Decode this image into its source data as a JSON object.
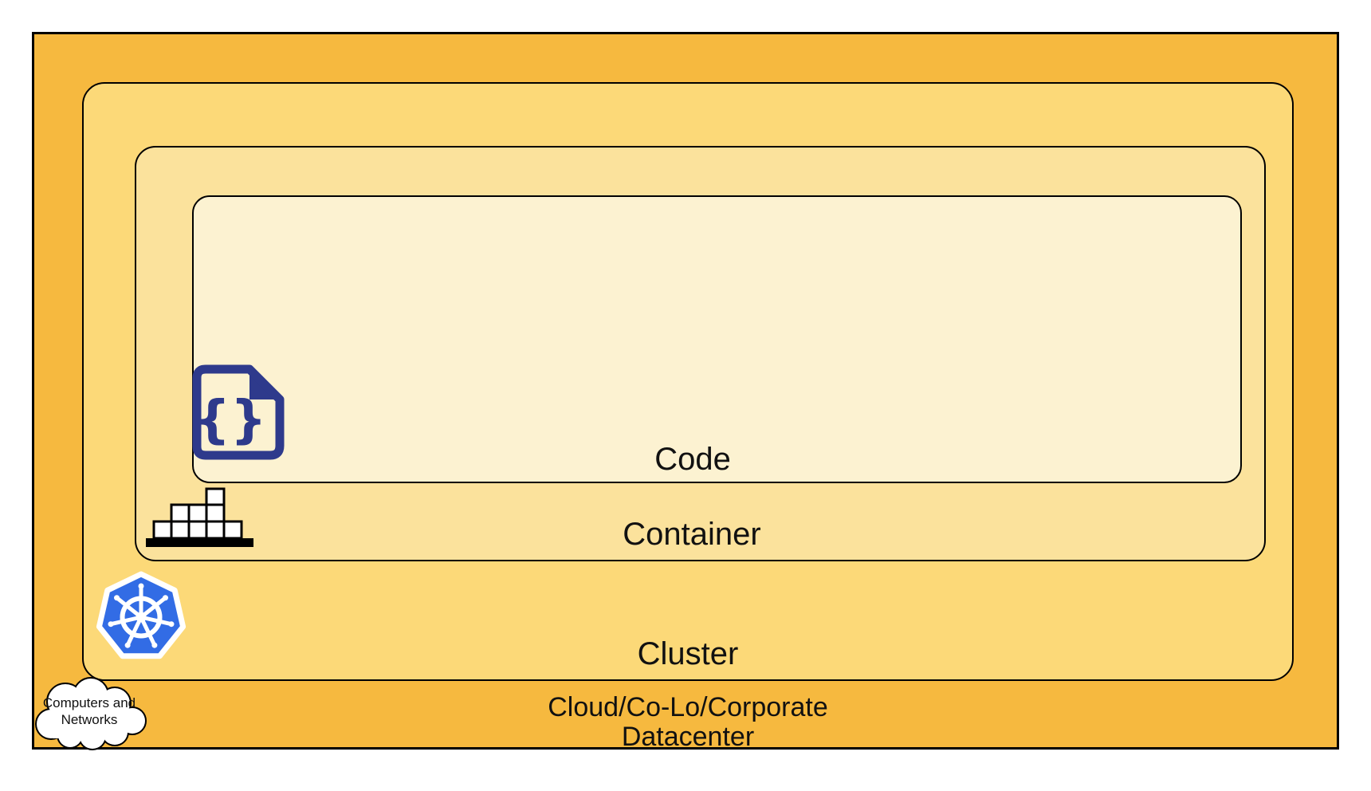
{
  "layers": {
    "datacenter": {
      "label_line1": "Cloud/Co-Lo/Corporate",
      "label_line2": "Datacenter"
    },
    "cluster": {
      "label": "Cluster"
    },
    "container": {
      "label": "Container"
    },
    "code": {
      "label": "Code"
    }
  },
  "cloud_callout": {
    "line1": "Computers and",
    "line2": "Networks"
  },
  "icons": {
    "code": "code-file-icon",
    "container": "stacked-containers-icon",
    "cluster": "kubernetes-wheel-icon",
    "network": "cloud-network-icon"
  },
  "colors": {
    "page_bg": "#ffffff",
    "datacenter_fill": "#F6B93F",
    "cluster_fill": "#FCD978",
    "container_fill": "#FBE29C",
    "code_fill": "#FCF2D1",
    "k8s_blue": "#326CE5",
    "code_icon_navy": "#2E3A8C",
    "line": "#000000",
    "text": "#111111"
  }
}
